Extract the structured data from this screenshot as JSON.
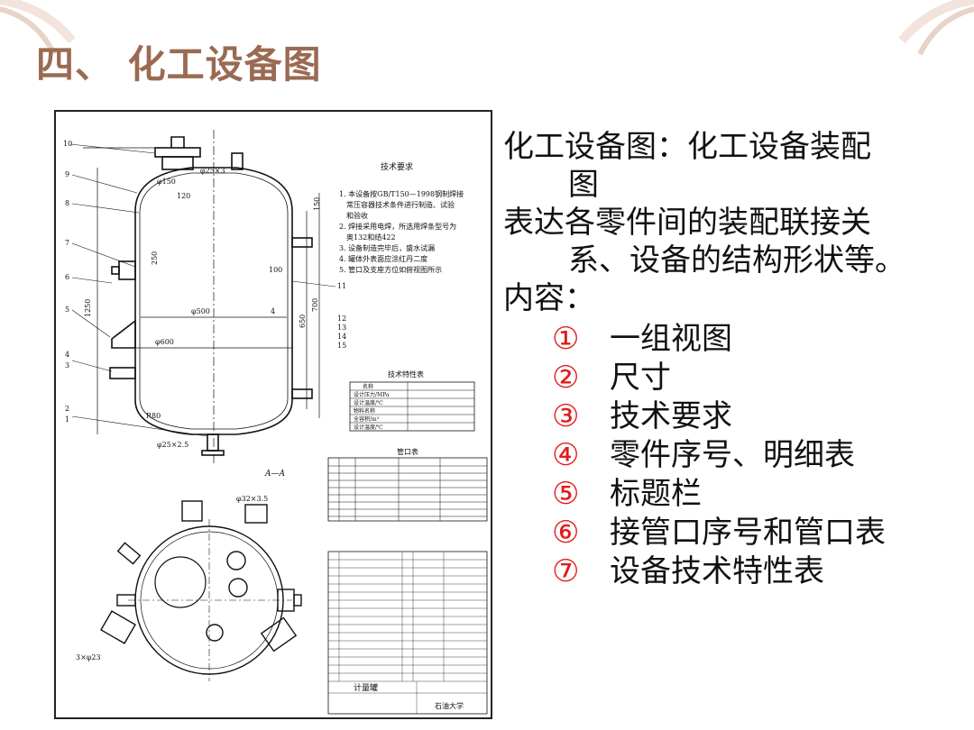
{
  "slide": {
    "title": "四、 化工设备图",
    "intro_line1a": "化工设备图：化工设备装配",
    "intro_line1b": "图",
    "intro_line2a": "表达各零件间的装配联接关",
    "intro_line2b": "系、设备的结构形状等。",
    "content_label": "内容：",
    "items": [
      {
        "num": "①",
        "text": "一组视图"
      },
      {
        "num": "②",
        "text": "尺寸"
      },
      {
        "num": "③",
        "text": "技术要求"
      },
      {
        "num": "④",
        "text": "零件序号、明细表"
      },
      {
        "num": "⑤",
        "text": "标题栏"
      },
      {
        "num": "⑥",
        "text": "接管口序号和管口表"
      },
      {
        "num": "⑦",
        "text": "设备技术特性表"
      }
    ]
  },
  "drawing": {
    "tech_req_title": "技术要求",
    "tech_req_lines": [
      "1. 本设备按GB/T150—1998钢制焊接",
      "常压容器技术条件进行制造、试验",
      "和验收",
      "2. 焊接采用电焊，所选用焊条型号为",
      "奥132和结422",
      "3. 设备制造完毕后，盛水试漏",
      "4. 罐体外表面应涂红丹二度",
      "5. 管口及支座方位如俯视图所示"
    ],
    "spec_table_title": "技术特性表",
    "spec_table_rows": [
      "名称",
      "设计压力/MPa",
      "设计温度/℃",
      "物料名称",
      "全容积/m³",
      "设计温度/℃"
    ],
    "nozzle_table_title": "管口表",
    "section_label": "A—A",
    "dims": {
      "d150": "φ150",
      "d25x3": "φ25×3",
      "d500": "φ500",
      "d600": "φ600",
      "d25x25": "φ25×2.5",
      "d32x35": "φ32×3.5",
      "d3x23": "3×φ23",
      "h1250": "1250",
      "h700": "700",
      "h650": "650",
      "h250": "250",
      "h150": "150",
      "w120": "120",
      "w100": "100",
      "r80": "R80"
    },
    "callouts": [
      "1",
      "2",
      "3",
      "4",
      "5",
      "6",
      "7",
      "8",
      "9",
      "10",
      "11",
      "12",
      "13",
      "14",
      "15"
    ],
    "title_block_name": "计量罐",
    "title_block_org": "石油大学"
  }
}
